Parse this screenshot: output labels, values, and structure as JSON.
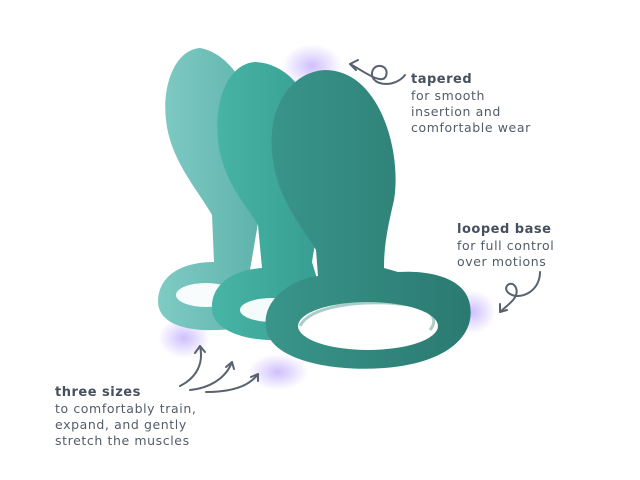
{
  "callouts": {
    "tapered": {
      "heading": "tapered",
      "lines": [
        "for smooth",
        "insertion and",
        "comfortable wear"
      ]
    },
    "looped": {
      "heading": "looped base",
      "lines": [
        "for full control",
        "over motions"
      ]
    },
    "sizes": {
      "heading": "three sizes",
      "lines": [
        "to comfortably train,",
        "expand, and gently",
        "stretch the muscles"
      ]
    }
  },
  "colors": {
    "small": "#6cbfb8",
    "medium": "#3daa9c",
    "large": "#2f877d",
    "arrow": "#5a6270",
    "glow": "#a78bfa"
  },
  "icons": [
    "curly-arrow-icon"
  ]
}
